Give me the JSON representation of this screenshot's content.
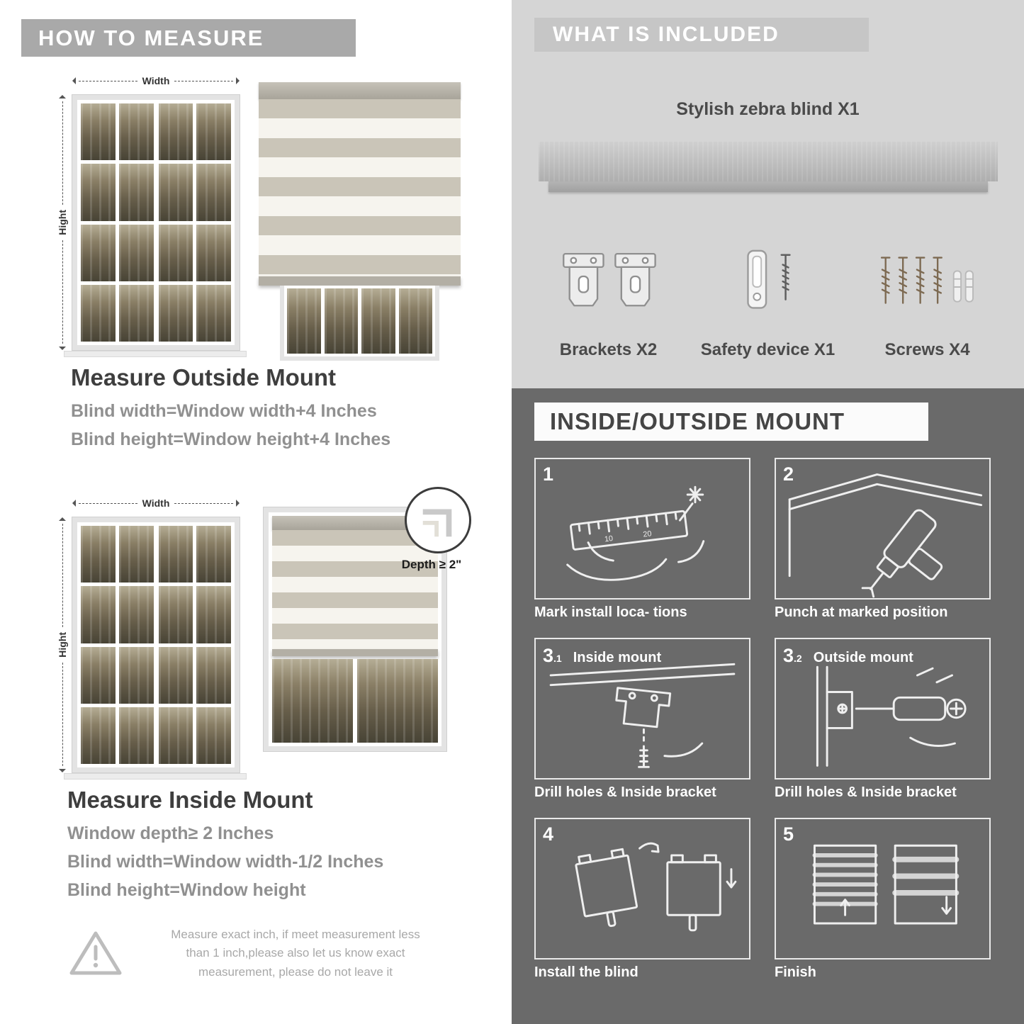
{
  "colors": {
    "left_banner_bg": "#a9a9a9",
    "included_bg": "#d5d5d5",
    "included_banner_bg": "#c6c6c6",
    "mount_bg": "#6a6a6a",
    "heading_text": "#3e3e3e",
    "body_text": "#909090"
  },
  "how_to_measure": {
    "banner": "HOW TO MEASURE",
    "outside": {
      "width_label": "Width",
      "height_label": "Hight",
      "title": "Measure Outside Mount",
      "formula1": "Blind width=Window width+4 Inches",
      "formula2": "Blind height=Window height+4 Inches"
    },
    "inside": {
      "width_label": "Width",
      "height_label": "Hight",
      "depth_note": "Depth ≥ 2\"",
      "title": "Measure Inside Mount",
      "formula1": "Window depth≥ 2 Inches",
      "formula2": "Blind width=Window width-1/2 Inches",
      "formula3": "Blind height=Window height"
    },
    "warning": {
      "line1": "Measure exact inch, if meet measurement less",
      "line2": "than 1 inch,please also let us know exact",
      "line3": "measurement, please do not leave it"
    }
  },
  "included": {
    "banner": "WHAT IS INCLUDED",
    "product_label": "Stylish zebra blind X1",
    "items": [
      {
        "label": "Brackets X2",
        "icon": "brackets-icon"
      },
      {
        "label": "Safety device X1",
        "icon": "safety-device-icon"
      },
      {
        "label": "Screws X4",
        "icon": "screws-icon"
      }
    ]
  },
  "mount_guide": {
    "banner": "INSIDE/OUTSIDE MOUNT",
    "steps": [
      {
        "num": "1",
        "caption": "Mark install loca- tions",
        "icon": "measure-mark-icon"
      },
      {
        "num": "2",
        "caption": "Punch at  marked position",
        "icon": "drill-icon"
      },
      {
        "num": "3",
        "sub": ".1",
        "title": "Inside mount",
        "caption": "Drill holes &  Inside bracket",
        "icon": "inside-bracket-icon"
      },
      {
        "num": "3",
        "sub": ".2",
        "title": "Outside mount",
        "caption": "Drill holes &  Inside bracket",
        "icon": "outside-bracket-icon"
      },
      {
        "num": "4",
        "caption": "Install the blind",
        "icon": "install-blind-icon"
      },
      {
        "num": "5",
        "caption": "Finish",
        "icon": "finish-icon"
      }
    ]
  }
}
